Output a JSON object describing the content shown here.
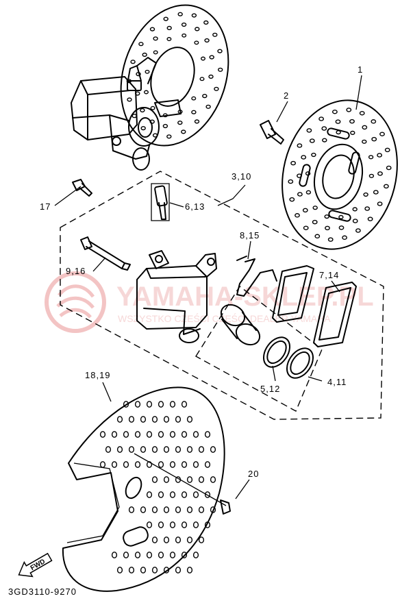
{
  "callouts": {
    "c1": "1",
    "c2": "2",
    "c3_10": "3,10",
    "c17": "17",
    "c6_13": "6,13",
    "c8_15": "8,15",
    "c9_16": "9,16",
    "c7_14": "7,14",
    "c18_19": "18,19",
    "c5_12": "5,12",
    "c4_11": "4,11",
    "c20": "20"
  },
  "fwd_label": "FWD",
  "drawing_code": "3GD3110-9270",
  "watermark": {
    "title": "YAMAHA-SKLEP.PL",
    "subtitle": "WSZYSTKO CZEŚCI CZĘŚCI DEALER YAMAHA"
  }
}
